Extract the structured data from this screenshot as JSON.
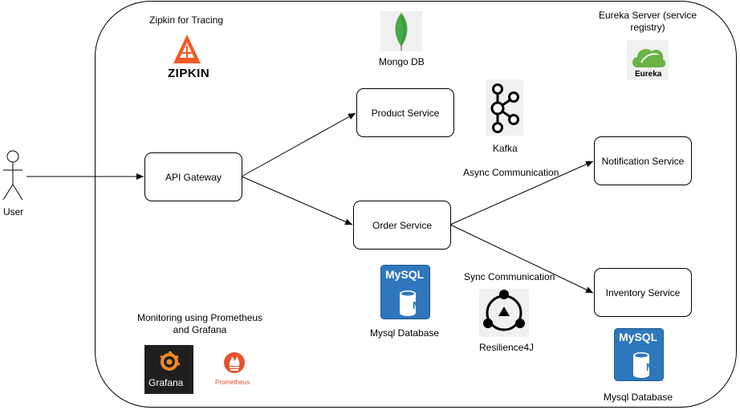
{
  "labels": {
    "zipkin_caption": "Zipkin for Tracing",
    "zipkin_logo_text": "ZIPKIN",
    "mongo_caption": "Mongo DB",
    "eureka_caption_1": "Eureka Server (service",
    "eureka_caption_2": "registry)",
    "eureka_logo_text": "Eureka",
    "user": "User",
    "kafka": "Kafka",
    "async": "Async Communication",
    "sync": "Sync Communication",
    "resilience": "Resilience4J",
    "mysql_order": "Mysql Database",
    "mysql_inventory": "Mysql Database",
    "mysql_logo_text": "MySQL",
    "mysql_logo_m": "M",
    "monitoring_1": "Monitoring using Prometheus",
    "monitoring_2": "and Grafana",
    "grafana_logo_text": "Grafana",
    "prometheus_logo_text": "Prometheus"
  },
  "services": {
    "api_gateway": "API Gateway",
    "product": "Product Service",
    "order": "Order Service",
    "notification": "Notification Service",
    "inventory": "Inventory Service"
  },
  "colors": {
    "zipkin": "#f15a24",
    "mongo": "#4aa84a",
    "eureka": "#6ab344",
    "mysql": "#2f77bc",
    "grafana_bg": "#1f1f1f",
    "grafana_accent": "#f28a26",
    "prometheus": "#e6522c"
  }
}
